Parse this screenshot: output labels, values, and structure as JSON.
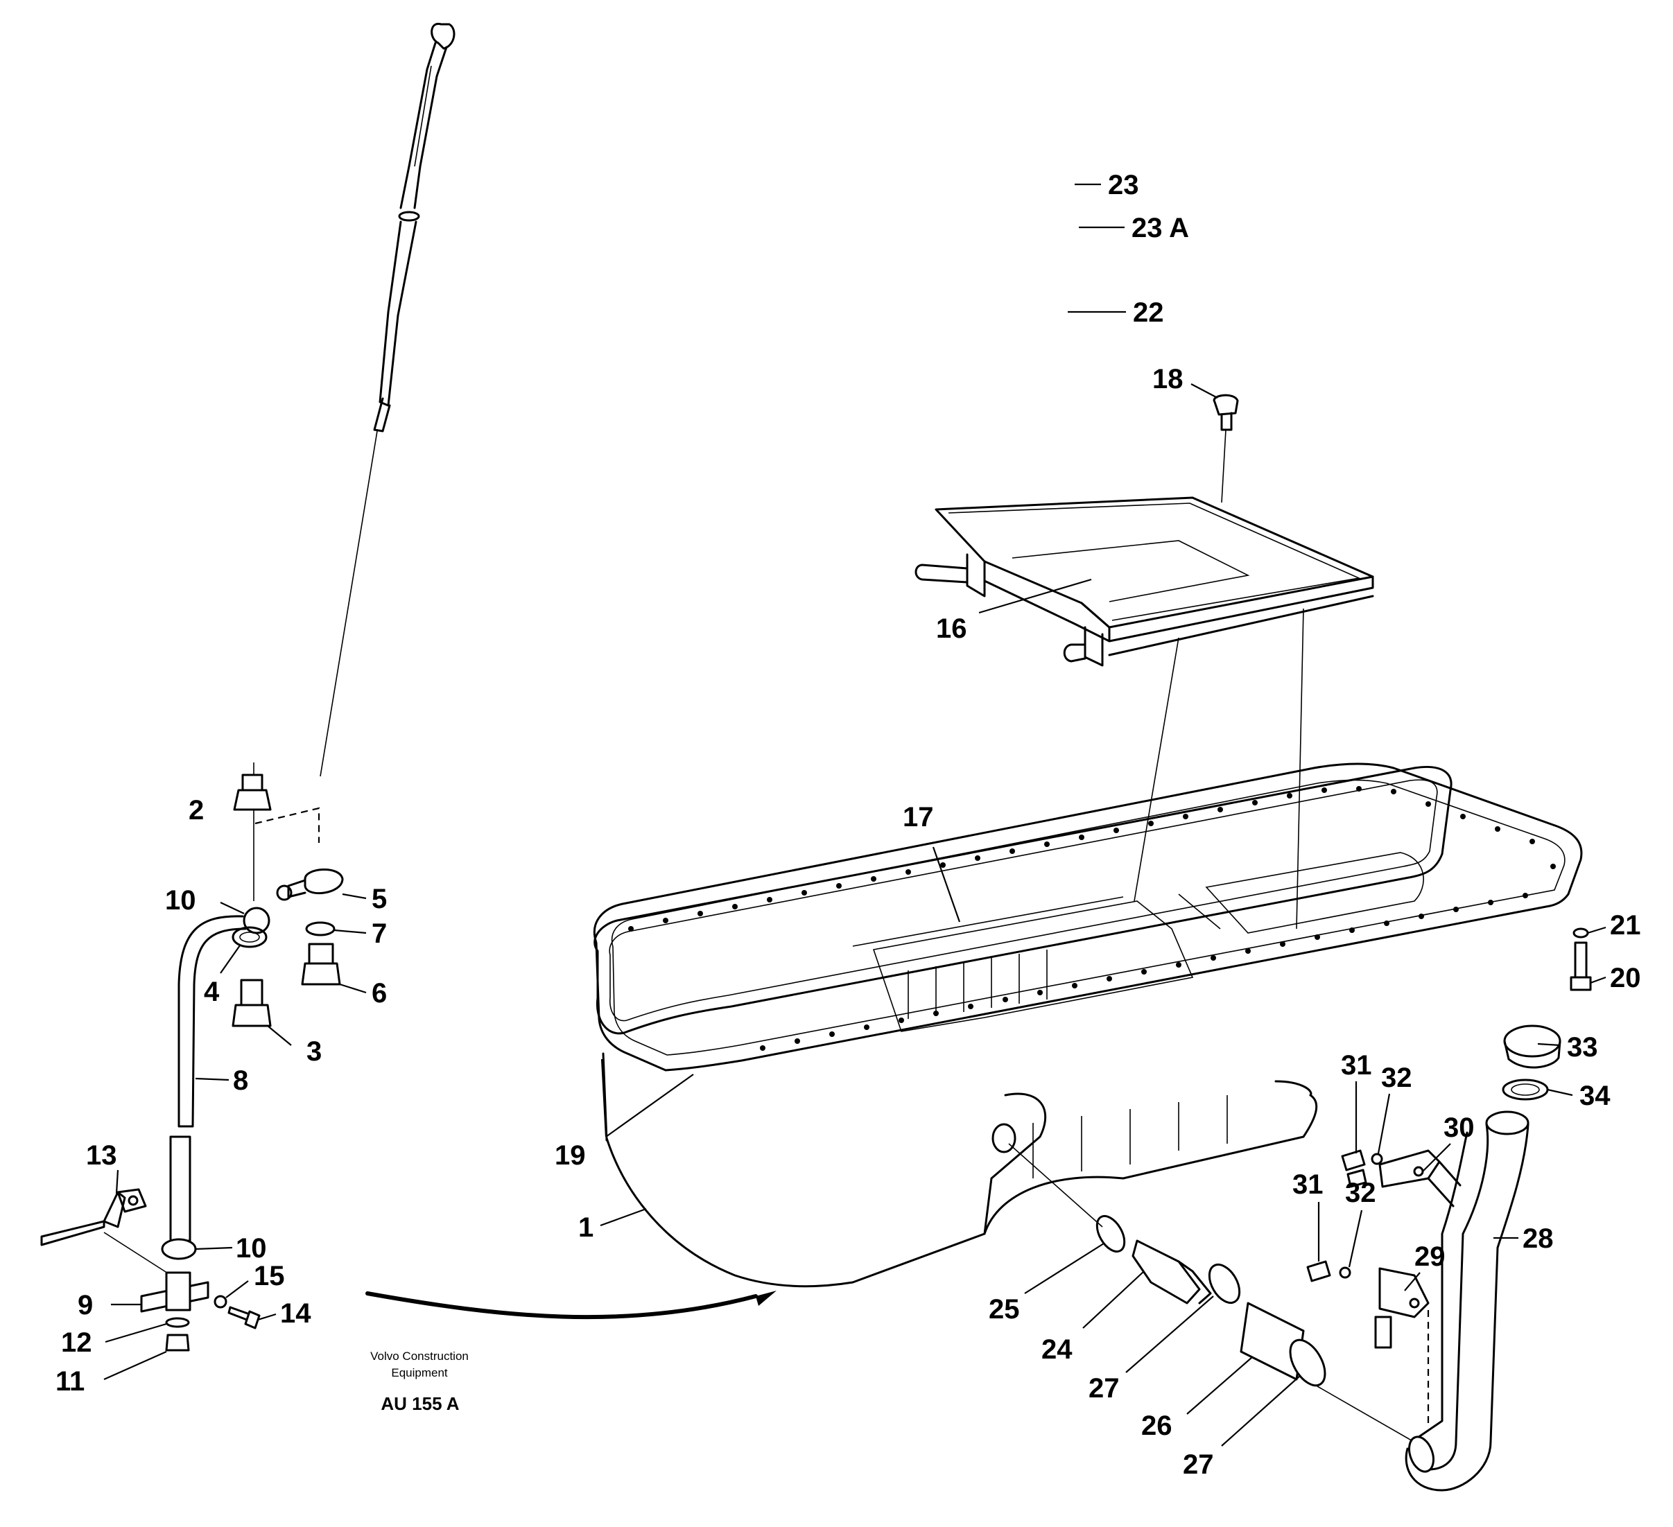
{
  "callouts": {
    "c1": "1",
    "c2": "2",
    "c3": "3",
    "c4": "4",
    "c5": "5",
    "c6": "6",
    "c7": "7",
    "c8": "8",
    "c9": "9",
    "c10a": "10",
    "c10b": "10",
    "c11": "11",
    "c12": "12",
    "c13": "13",
    "c14": "14",
    "c15": "15",
    "c16": "16",
    "c17": "17",
    "c18": "18",
    "c19": "19",
    "c20": "20",
    "c21": "21",
    "c22": "22",
    "c23": "23",
    "c23a": "23 A",
    "c24": "24",
    "c25": "25",
    "c26": "26",
    "c27a": "27",
    "c27b": "27",
    "c28": "28",
    "c29": "29",
    "c30": "30",
    "c31a": "31",
    "c31b": "31",
    "c32a": "32",
    "c32b": "32",
    "c33": "33",
    "c34": "34"
  },
  "footer": {
    "credit_line1": "Volvo Construction",
    "credit_line2": "Equipment",
    "drawing_code": "AU 155 A"
  }
}
